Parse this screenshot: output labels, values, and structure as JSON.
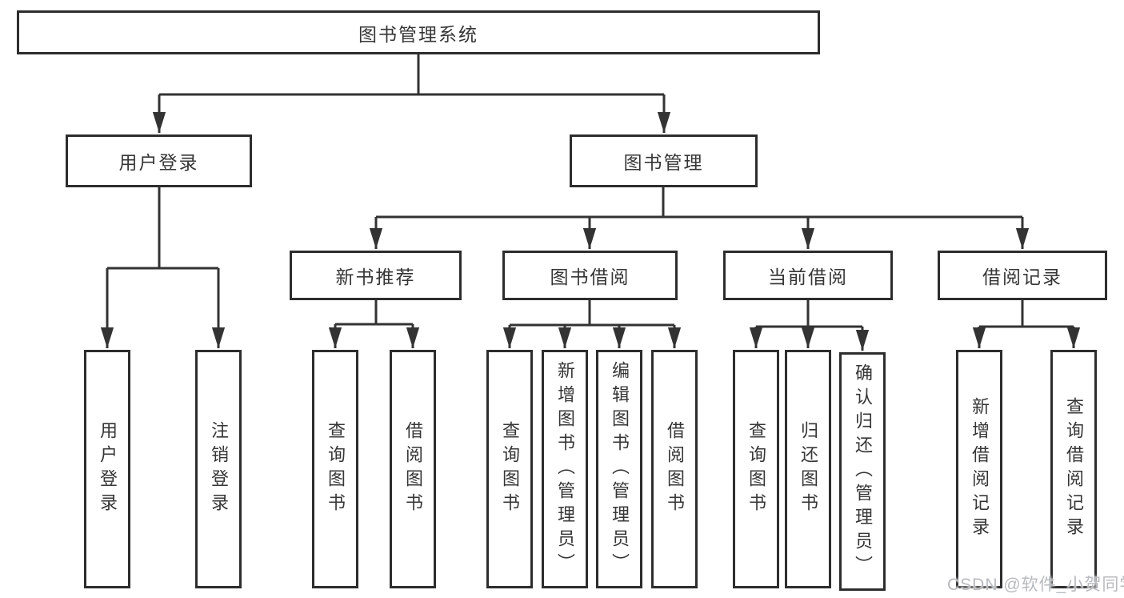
{
  "tree": {
    "label": "图书管理系统",
    "children": [
      {
        "label": "用户登录",
        "children": [
          {
            "label": "用户登录"
          },
          {
            "label": "注销登录"
          }
        ]
      },
      {
        "label": "图书管理",
        "children": [
          {
            "label": "新书推荐",
            "children": [
              {
                "label": "查询图书"
              },
              {
                "label": "借阅图书"
              }
            ]
          },
          {
            "label": "图书借阅",
            "children": [
              {
                "label": "查询图书"
              },
              {
                "label": "新增图书（管理员）"
              },
              {
                "label": "编辑图书（管理员）"
              },
              {
                "label": "借阅图书"
              }
            ]
          },
          {
            "label": "当前借阅",
            "children": [
              {
                "label": "查询图书"
              },
              {
                "label": "归还图书"
              },
              {
                "label": "确认归还（管理员）"
              }
            ]
          },
          {
            "label": "借阅记录",
            "children": [
              {
                "label": "新增借阅记录"
              },
              {
                "label": "查询借阅记录"
              }
            ]
          }
        ]
      }
    ]
  },
  "watermark": "CSDN @软件_小贺同学",
  "colors": {
    "line": "#333333",
    "box_border": "#2d2d2d",
    "text": "#363636",
    "background": "#ffffff",
    "watermark": "#b7babe"
  }
}
